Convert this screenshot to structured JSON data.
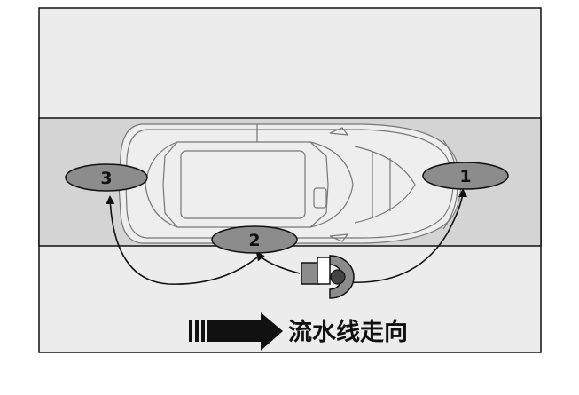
{
  "diagram": {
    "colors": {
      "background_zone": "#ececec",
      "lane": "#d4d4d4",
      "outline": "#111111",
      "marker_fill": "#8c8c8c",
      "car_line": "#777777",
      "car_body": "#eeeeee",
      "arrow": "#111111"
    },
    "positions": [
      {
        "label": "1"
      },
      {
        "label": "2"
      },
      {
        "label": "3"
      }
    ],
    "flow": {
      "label": "流水线走向",
      "icon": "flow-direction-arrow-icon"
    },
    "operator_icon": "operator-icon",
    "vehicle_icon": "car-top-view-icon"
  }
}
